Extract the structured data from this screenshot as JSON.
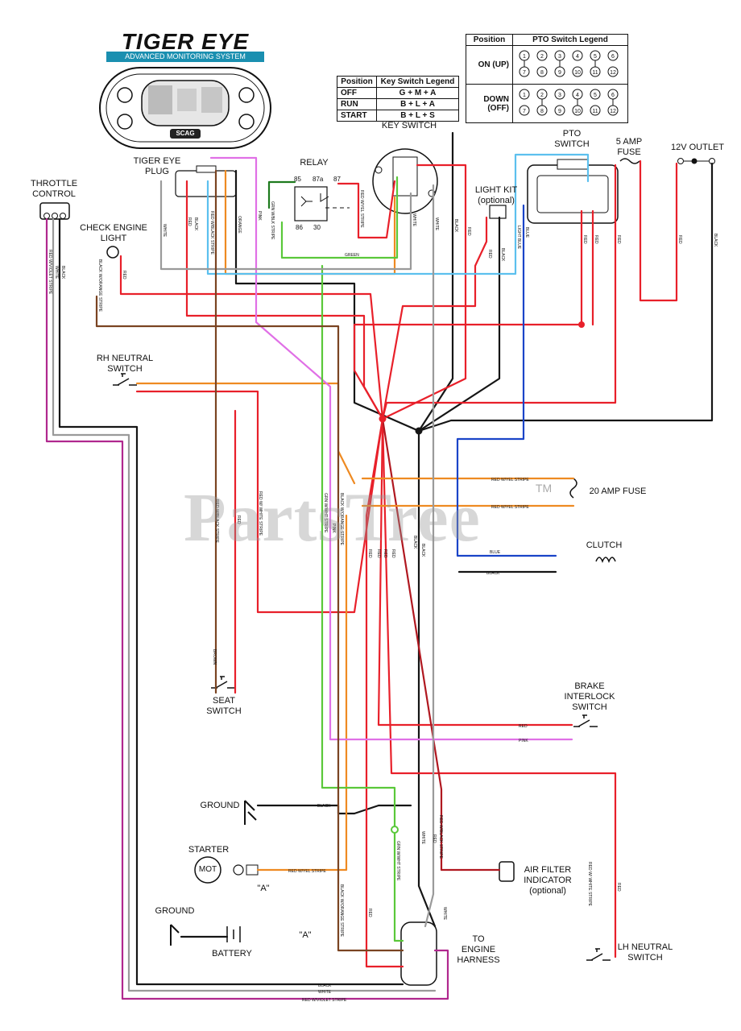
{
  "logo": {
    "title": "TIGER EYE",
    "subtitle": "ADVANCED MONITORING SYSTEM",
    "brand": "SCAG"
  },
  "watermark": "PartsTree",
  "trademark": "TM",
  "key_legend": {
    "headers": [
      "Position",
      "Key Switch Legend"
    ],
    "rows": [
      [
        "OFF",
        "G + M + A"
      ],
      [
        "RUN",
        "B + L + A"
      ],
      [
        "START",
        "B + L + S"
      ]
    ]
  },
  "pto_legend": {
    "headers": [
      "Position",
      "PTO Switch Legend"
    ],
    "rows": [
      [
        "ON (UP)"
      ],
      [
        "DOWN (OFF)"
      ]
    ],
    "pins": [
      "1",
      "2",
      "3",
      "4",
      "5",
      "6",
      "7",
      "8",
      "9",
      "10",
      "11",
      "12"
    ]
  },
  "components": {
    "key_switch": "KEY SWITCH",
    "pto_switch": "PTO\nSWITCH",
    "fuse_5": "5 AMP\nFUSE",
    "outlet": "12V OUTLET",
    "relay": "RELAY",
    "relay_pins": [
      "85",
      "87a",
      "87",
      "86",
      "30"
    ],
    "tiger_plug": "TIGER EYE\nPLUG",
    "throttle": "THROTTLE\nCONTROL",
    "check_engine": "CHECK ENGINE\nLIGHT",
    "light_kit": "LIGHT KIT\n(optional)",
    "rh_neutral": "RH NEUTRAL\nSWITCH",
    "fuse_20": "20 AMP FUSE",
    "clutch": "CLUTCH",
    "seat": "SEAT\nSWITCH",
    "brake": "BRAKE\nINTERLOCK\nSWITCH",
    "ground": "GROUND",
    "starter": "STARTER",
    "starter_mot": "MOT",
    "point_a": "\"A\"",
    "ground2": "GROUND",
    "battery": "BATTERY",
    "air_filter": "AIR FILTER\nINDICATOR\n(optional)",
    "engine_harness": "TO\nENGINE\nHARNESS",
    "lh_neutral": "LH NEUTRAL\nSWITCH"
  },
  "wire_labels": {
    "white": "WHITE",
    "red": "RED",
    "black": "BLACK",
    "red_black": "RED W/BLACK STRIPE",
    "light_blue": "LIGHT BLUE",
    "brown": "BROWN",
    "orange": "ORANGE",
    "pink": "PINK",
    "grn_black": "GRN W/BLK STRIPE",
    "green": "GREEN",
    "red_yel": "RED W/YEL STRIPE",
    "blue": "BLUE",
    "red_violet": "RED W/VIOLET STRIPE",
    "black_orange": "BLACK W/ORANGE STRIPE",
    "red_white": "RED W/ WHITE STRIPE",
    "grn_white": "GRN W/WHT STRIPE"
  },
  "colors": {
    "red": "#e8202a",
    "black": "#151515",
    "white_wire": "#9a9a9a",
    "orange": "#ee8a22",
    "pink": "#e070e6",
    "green": "#5ac83a",
    "dark_green": "#1e7a1e",
    "light_blue": "#5cc0ee",
    "blue": "#1a44c8",
    "brown": "#7a4422",
    "violet": "#b0288e",
    "logo_blue": "#1a8fb0"
  }
}
